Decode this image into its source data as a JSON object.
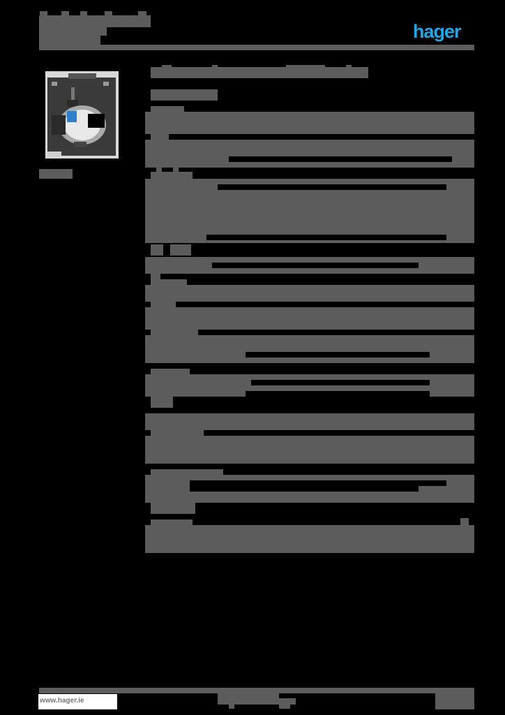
{
  "header": {
    "brand_logo": "hager",
    "title_redacted": true
  },
  "product_image": {
    "alt": "current transformer product photo",
    "accent_color": "#2e7fd0"
  },
  "main": {
    "content_redacted": true,
    "section_count": 12
  },
  "footer": {
    "url": "www.hager.ie"
  },
  "colors": {
    "background": "#000000",
    "redaction": "#5b5c5b",
    "brand": "#1fa6e8"
  }
}
